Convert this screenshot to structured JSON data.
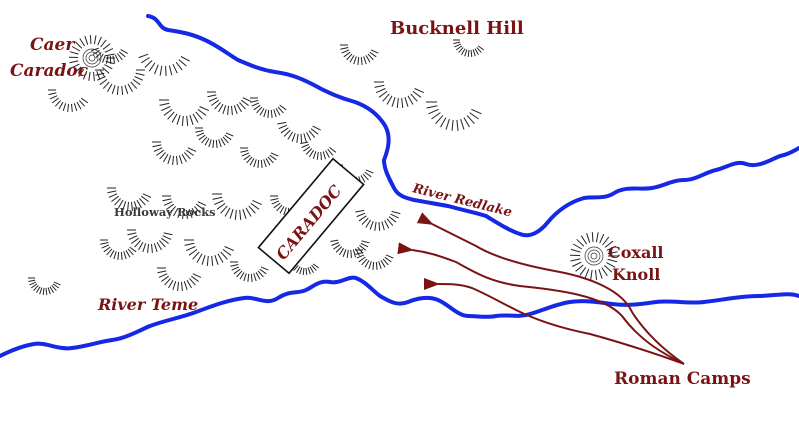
{
  "map": {
    "labels": {
      "caer_caradoc": [
        "Caer",
        "Caradoc"
      ],
      "bucknell_hill": "Bucknell Hill",
      "holloway_rocks": "Holloway Rocks",
      "caradoc": "CARADOC",
      "river_redlake": "River Redlake",
      "coxall_knoll": [
        "Coxall",
        "Knoll"
      ],
      "river_teme": "River Teme",
      "roman_camps": "Roman Camps"
    },
    "colors": {
      "river": "#1428e6",
      "label": "#7a1414",
      "route": "#7a1414",
      "hachure": "#222222"
    }
  }
}
